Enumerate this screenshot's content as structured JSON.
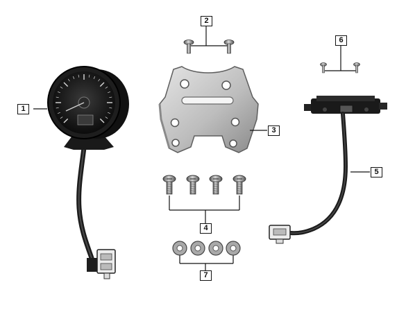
{
  "callouts": {
    "c1": "1",
    "c2": "2",
    "c3": "3",
    "c4": "4",
    "c5": "5",
    "c6": "6",
    "c7": "7"
  },
  "colors": {
    "line": "#111111",
    "bracket": "#c9c9c9",
    "bracket_shade": "#8d8d8d",
    "cable": "#1c1c1c",
    "gauge_body": "#151515",
    "connector": "#e8e8e8"
  },
  "icons": [
    "speedometer",
    "mounting-bracket",
    "screw",
    "washer",
    "cable-connector"
  ]
}
